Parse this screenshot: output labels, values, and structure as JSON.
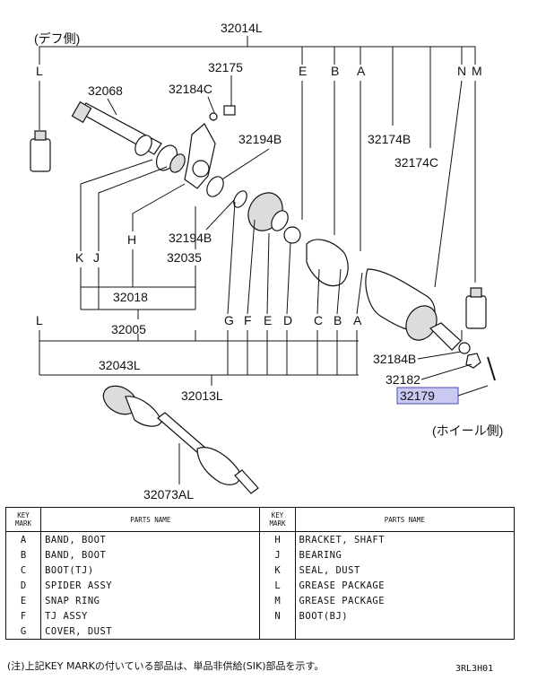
{
  "diagram": {
    "side_label_left": "(デフ側)",
    "side_label_right": "(ホイール側)",
    "part_numbers": {
      "p32014L": "32014L",
      "p32068": "32068",
      "p32175": "32175",
      "p32184C": "32184C",
      "p32194B_top": "32194B",
      "p32194B_mid": "32194B",
      "p32174B": "32174B",
      "p32174C": "32174C",
      "p32035": "32035",
      "p32018": "32018",
      "p32005": "32005",
      "p32043L": "32043L",
      "p32013L": "32013L",
      "p32184B": "32184B",
      "p32182": "32182",
      "p32179": "32179",
      "p32073AL": "32073AL"
    },
    "letters": {
      "L_top": "L",
      "E_top": "E",
      "B_top": "B",
      "A_top": "A",
      "N_top": "N",
      "M_top": "M",
      "K": "K",
      "J": "J",
      "H": "H",
      "L_bot": "L",
      "G_bot": "G",
      "F_bot": "F",
      "E_bot": "E",
      "D_bot": "D",
      "C_bot": "C",
      "B_bot": "B",
      "A_bot": "A"
    },
    "highlight_color": "#c9c9f2"
  },
  "table": {
    "header_key": [
      "KEY",
      "MARK"
    ],
    "header_name": "PARTS NAME",
    "rows": [
      {
        "k1": "A",
        "n1": "BAND, BOOT",
        "k2": "H",
        "n2": "BRACKET, SHAFT"
      },
      {
        "k1": "B",
        "n1": "BAND, BOOT",
        "k2": "J",
        "n2": "BEARING"
      },
      {
        "k1": "C",
        "n1": "BOOT(TJ)",
        "k2": "K",
        "n2": "SEAL, DUST"
      },
      {
        "k1": "D",
        "n1": "SPIDER ASSY",
        "k2": "L",
        "n2": "GREASE PACKAGE"
      },
      {
        "k1": "E",
        "n1": "SNAP RING",
        "k2": "M",
        "n2": "GREASE PACKAGE"
      },
      {
        "k1": "F",
        "n1": "TJ ASSY",
        "k2": "N",
        "n2": "BOOT(BJ)"
      },
      {
        "k1": "G",
        "n1": "COVER, DUST",
        "k2": "",
        "n2": ""
      }
    ]
  },
  "footnote": "(注)上記KEY MARKの付いている部品は、単品非供給(SIK)部品を示す。",
  "diagram_code": "3RL3H01"
}
